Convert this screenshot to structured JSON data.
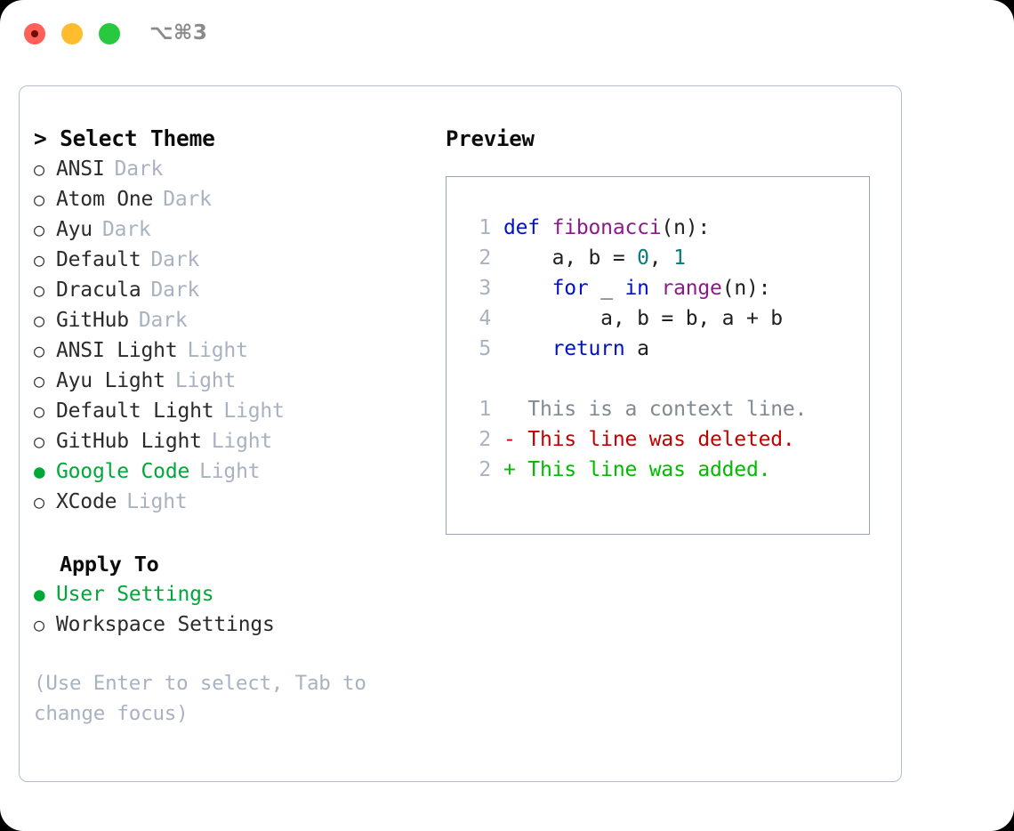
{
  "window": {
    "shortcut_label": "⌥⌘3",
    "traffic_lights": [
      {
        "name": "close-button",
        "color": "#ff6058"
      },
      {
        "name": "minimize-button",
        "color": "#ffbd2e"
      },
      {
        "name": "maximize-button",
        "color": "#28c840"
      }
    ]
  },
  "theme_selector": {
    "header": "> Select Theme",
    "selected_bullet": "●",
    "unselected_bullet": "○",
    "selected_color": "#00a838",
    "tag_color": "#a9b2c0",
    "items": [
      {
        "bullet": "○",
        "name": "ANSI",
        "tag": "Dark",
        "selected": false
      },
      {
        "bullet": "○",
        "name": "Atom One",
        "tag": "Dark",
        "selected": false
      },
      {
        "bullet": "○",
        "name": "Ayu",
        "tag": "Dark",
        "selected": false
      },
      {
        "bullet": "○",
        "name": "Default",
        "tag": "Dark",
        "selected": false
      },
      {
        "bullet": "○",
        "name": "Dracula",
        "tag": "Dark",
        "selected": false
      },
      {
        "bullet": "○",
        "name": "GitHub",
        "tag": "Dark",
        "selected": false
      },
      {
        "bullet": "○",
        "name": "ANSI Light",
        "tag": "Light",
        "selected": false
      },
      {
        "bullet": "○",
        "name": "Ayu Light",
        "tag": "Light",
        "selected": false
      },
      {
        "bullet": "○",
        "name": "Default Light",
        "tag": "Light",
        "selected": false
      },
      {
        "bullet": "○",
        "name": "GitHub Light",
        "tag": "Light",
        "selected": false
      },
      {
        "bullet": "●",
        "name": "Google Code",
        "tag": "Light",
        "selected": true
      },
      {
        "bullet": "○",
        "name": "XCode",
        "tag": "Light",
        "selected": false
      }
    ]
  },
  "apply_to": {
    "header": "Apply To",
    "items": [
      {
        "bullet": "●",
        "name": "User Settings",
        "selected": true
      },
      {
        "bullet": "○",
        "name": "Workspace Settings",
        "selected": false
      }
    ]
  },
  "hint": "(Use Enter to select, Tab to\nchange focus)",
  "preview": {
    "title": "Preview",
    "code_lines": [
      {
        "gutter": "1",
        "tokens": [
          {
            "t": "def ",
            "c": "kw"
          },
          {
            "t": "fibonacci",
            "c": "fn"
          },
          {
            "t": "(n):",
            "c": "plain"
          }
        ]
      },
      {
        "gutter": "2",
        "tokens": [
          {
            "t": "    a, b = ",
            "c": "plain"
          },
          {
            "t": "0",
            "c": "num"
          },
          {
            "t": ", ",
            "c": "plain"
          },
          {
            "t": "1",
            "c": "num"
          }
        ]
      },
      {
        "gutter": "3",
        "tokens": [
          {
            "t": "    ",
            "c": "plain"
          },
          {
            "t": "for",
            "c": "kw"
          },
          {
            "t": " _ ",
            "c": "plain"
          },
          {
            "t": "in",
            "c": "kw"
          },
          {
            "t": " ",
            "c": "plain"
          },
          {
            "t": "range",
            "c": "fn"
          },
          {
            "t": "(n):",
            "c": "plain"
          }
        ]
      },
      {
        "gutter": "4",
        "tokens": [
          {
            "t": "        a, b = b, a + b",
            "c": "plain"
          }
        ]
      },
      {
        "gutter": "5",
        "tokens": [
          {
            "t": "    ",
            "c": "plain"
          },
          {
            "t": "return",
            "c": "kw"
          },
          {
            "t": " a",
            "c": "plain"
          }
        ]
      }
    ],
    "diff_lines": [
      {
        "gutter": "1",
        "marker": "  ",
        "text": "This is a context line.",
        "kind": "ctx"
      },
      {
        "gutter": "2",
        "marker": "- ",
        "text": "This line was deleted.",
        "kind": "del"
      },
      {
        "gutter": "2",
        "marker": "+ ",
        "text": "This line was added.",
        "kind": "add"
      }
    ],
    "syntax_colors": {
      "keyword": "#0011cc",
      "function": "#8b1a8b",
      "number": "#0a7b7b",
      "plain": "#202020",
      "line_number": "#a9b2c0",
      "diff_context": "#808a92",
      "diff_deleted": "#c40000",
      "diff_added": "#00bb00"
    }
  }
}
